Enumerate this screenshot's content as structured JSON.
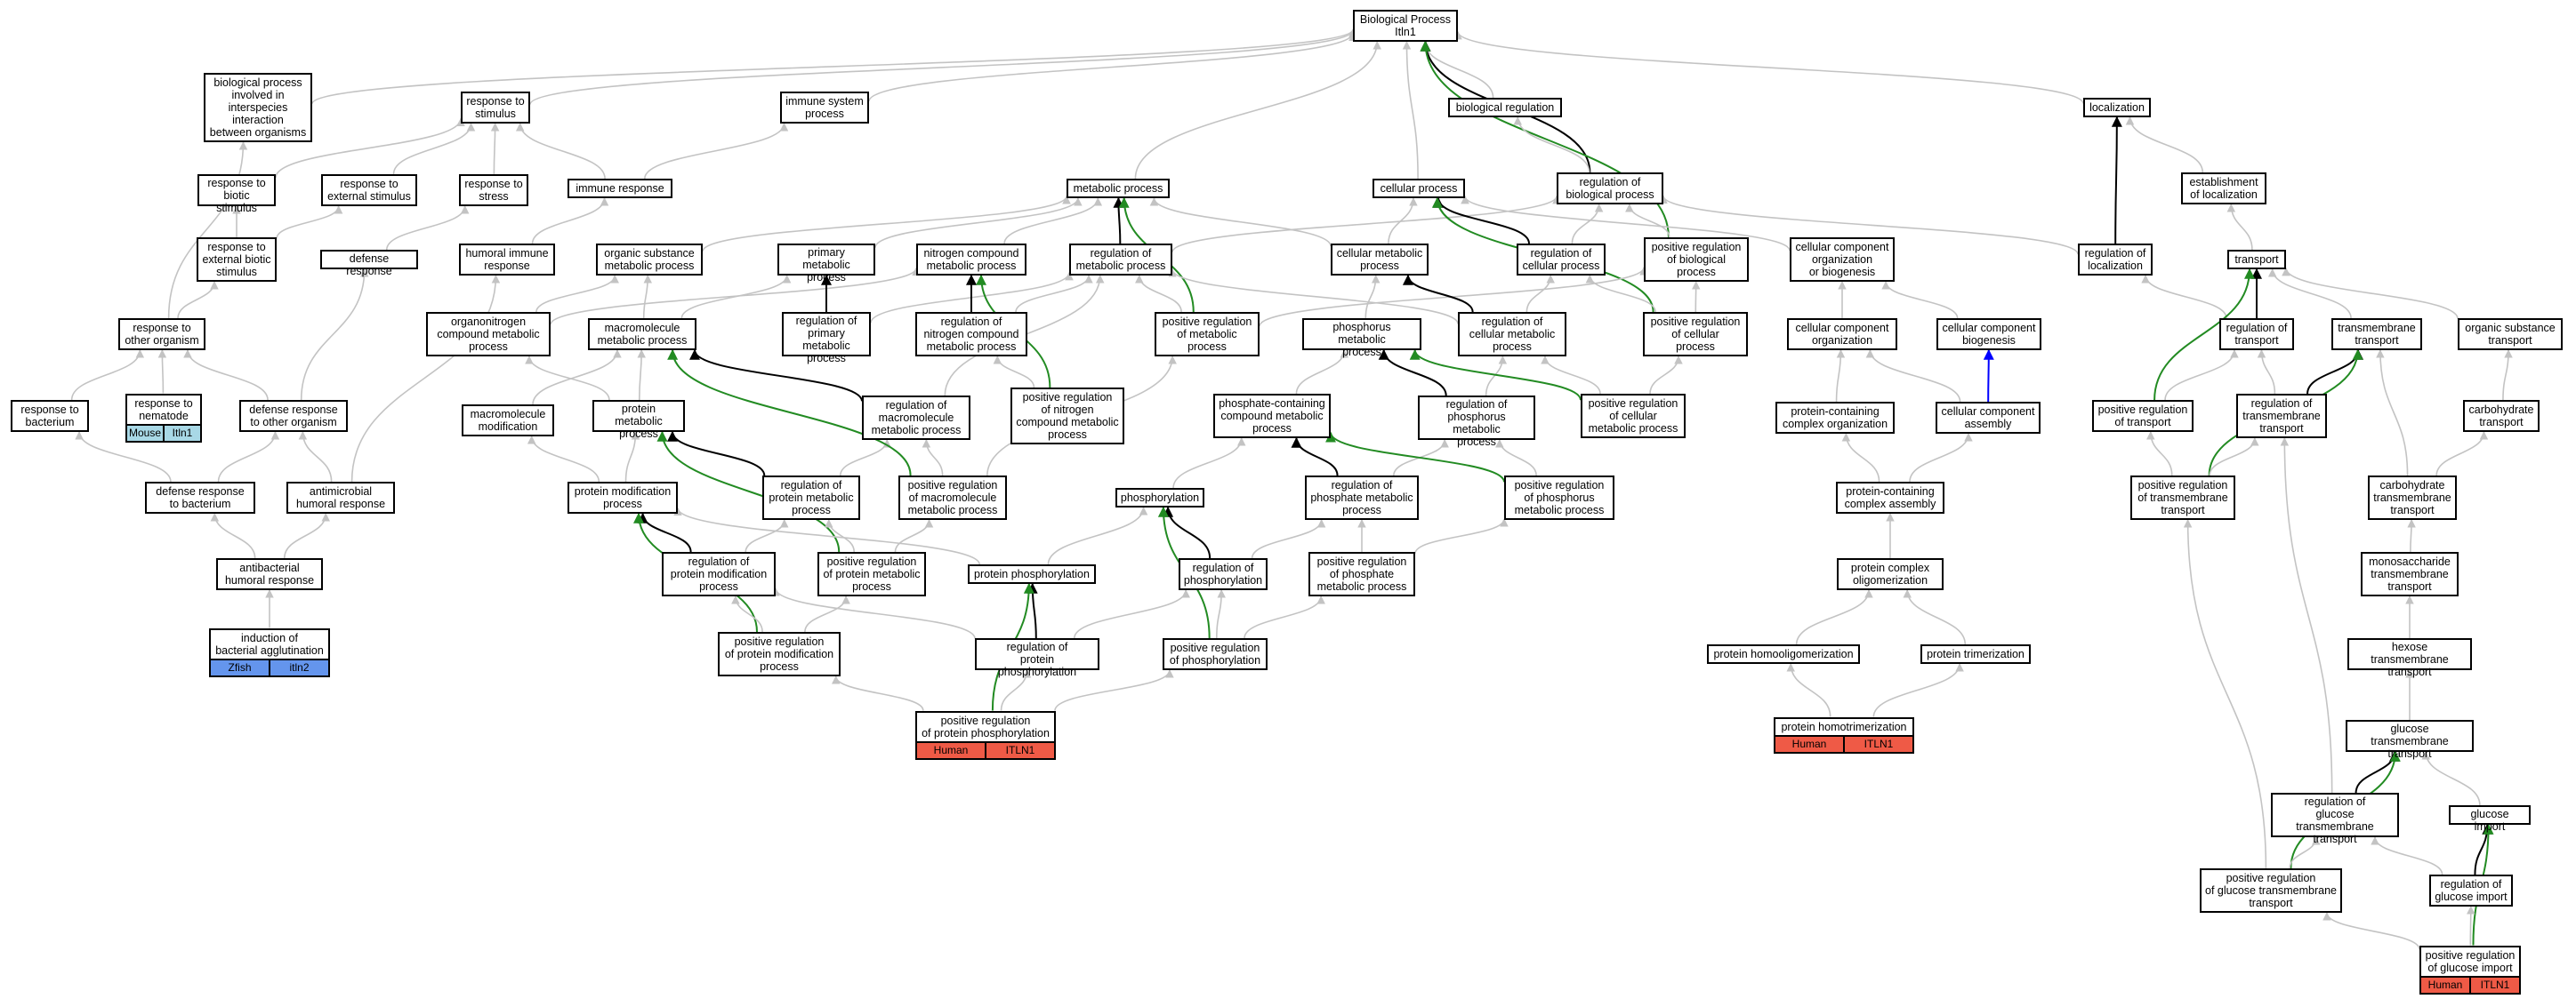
{
  "colors": {
    "edge_default": "#c3c3c3",
    "edge_is_a_black": "#000000",
    "edge_positive": "#228b22",
    "edge_blue": "#0000ff",
    "human_tag": "#ef5a46",
    "mouse_tag": "#a8d8e6",
    "zfish_tag": "#6495ed"
  },
  "nodes": [
    {
      "id": "bp",
      "label": "Biological Process\nItln1"
    },
    {
      "id": "bpio",
      "label": "biological process\ninvolved in\ninterspecies\ninteraction\nbetween organisms"
    },
    {
      "id": "rts",
      "label": "response to\nstimulus"
    },
    {
      "id": "isp",
      "label": "immune system\nprocess"
    },
    {
      "id": "breg",
      "label": "biological regulation"
    },
    {
      "id": "loc",
      "label": "localization"
    },
    {
      "id": "rbs",
      "label": "response to\nbiotic stimulus"
    },
    {
      "id": "res",
      "label": "response to\nexternal stimulus"
    },
    {
      "id": "rstress",
      "label": "response to\nstress"
    },
    {
      "id": "ir",
      "label": "immune response"
    },
    {
      "id": "mp",
      "label": "metabolic process"
    },
    {
      "id": "cp",
      "label": "cellular process"
    },
    {
      "id": "rbp",
      "label": "regulation of\nbiological process"
    },
    {
      "id": "eol",
      "label": "establishment\nof localization"
    },
    {
      "id": "rebs",
      "label": "response to\nexternal biotic\nstimulus"
    },
    {
      "id": "dr",
      "label": "defense response"
    },
    {
      "id": "hir",
      "label": "humoral immune\nresponse"
    },
    {
      "id": "osmp",
      "label": "organic substance\nmetabolic process"
    },
    {
      "id": "pmp",
      "label": "primary metabolic\nprocess"
    },
    {
      "id": "ncmp",
      "label": "nitrogen compound\nmetabolic process"
    },
    {
      "id": "rmp",
      "label": "regulation of\nmetabolic process"
    },
    {
      "id": "cmp",
      "label": "cellular metabolic\nprocess"
    },
    {
      "id": "rcp",
      "label": "regulation of\ncellular process"
    },
    {
      "id": "prbp",
      "label": "positive regulation\nof biological\nprocess"
    },
    {
      "id": "ccob",
      "label": "cellular component\norganization\nor biogenesis"
    },
    {
      "id": "rloc",
      "label": "regulation of\nlocalization"
    },
    {
      "id": "transport",
      "label": "transport"
    },
    {
      "id": "rtoo",
      "label": "response to\nother organism"
    },
    {
      "id": "oncmp",
      "label": "organonitrogen\ncompound metabolic\nprocess"
    },
    {
      "id": "macmp",
      "label": "macromolecule\nmetabolic process"
    },
    {
      "id": "rpmp",
      "label": "regulation of\nprimary metabolic\nprocess"
    },
    {
      "id": "rncmp",
      "label": "regulation of\nnitrogen compound\nmetabolic process"
    },
    {
      "id": "prmp",
      "label": "positive regulation\nof metabolic\nprocess"
    },
    {
      "id": "phmp",
      "label": "phosphorus metabolic\nprocess"
    },
    {
      "id": "rcmp",
      "label": "regulation of\ncellular metabolic\nprocess"
    },
    {
      "id": "prcp",
      "label": "positive regulation\nof cellular\nprocess"
    },
    {
      "id": "cco",
      "label": "cellular component\norganization"
    },
    {
      "id": "ccb",
      "label": "cellular component\nbiogenesis"
    },
    {
      "id": "rtrans",
      "label": "regulation of\ntransport"
    },
    {
      "id": "tmt",
      "label": "transmembrane\ntransport"
    },
    {
      "id": "ost",
      "label": "organic substance\ntransport"
    },
    {
      "id": "rtb",
      "label": "response to\nbacterium"
    },
    {
      "id": "rtn",
      "label": "response to\nnematode",
      "tags": [
        {
          "text": "Mouse",
          "color": "#a8d8e6"
        },
        {
          "text": "Itln1",
          "color": "#a8d8e6"
        }
      ]
    },
    {
      "id": "drtoo",
      "label": "defense response\nto other organism"
    },
    {
      "id": "mm",
      "label": "macromolecule\nmodification"
    },
    {
      "id": "protmp",
      "label": "protein metabolic\nprocess"
    },
    {
      "id": "rmacmp",
      "label": "regulation of\nmacromolecule\nmetabolic process"
    },
    {
      "id": "prncmp",
      "label": "positive regulation\nof nitrogen\ncompound metabolic\nprocess"
    },
    {
      "id": "pccmp",
      "label": "phosphate-containing\ncompound metabolic\nprocess"
    },
    {
      "id": "rphmp",
      "label": "regulation of\nphosphorus metabolic\nprocess"
    },
    {
      "id": "prcmp",
      "label": "positive regulation\nof cellular\nmetabolic process"
    },
    {
      "id": "pcco",
      "label": "protein-containing\ncomplex organization"
    },
    {
      "id": "cca",
      "label": "cellular component\nassembly"
    },
    {
      "id": "prtrans",
      "label": "positive regulation\nof transport"
    },
    {
      "id": "rtmt",
      "label": "regulation of\ntransmembrane\ntransport"
    },
    {
      "id": "cht",
      "label": "carbohydrate\ntransport"
    },
    {
      "id": "drtb",
      "label": "defense response\nto bacterium"
    },
    {
      "id": "amhr",
      "label": "antimicrobial\nhumoral response"
    },
    {
      "id": "pmodp",
      "label": "protein modification\nprocess"
    },
    {
      "id": "rprotmp",
      "label": "regulation of\nprotein metabolic\nprocess"
    },
    {
      "id": "prmacmp",
      "label": "positive regulation\nof macromolecule\nmetabolic process"
    },
    {
      "id": "phos",
      "label": "phosphorylation"
    },
    {
      "id": "rphosmp",
      "label": "regulation of\nphosphate metabolic\nprocess"
    },
    {
      "id": "prphmp",
      "label": "positive regulation\nof phosphorus\nmetabolic process"
    },
    {
      "id": "pcca",
      "label": "protein-containing\ncomplex assembly"
    },
    {
      "id": "prtmt",
      "label": "positive regulation\nof transmembrane\ntransport"
    },
    {
      "id": "chtmt",
      "label": "carbohydrate\ntransmembrane\ntransport"
    },
    {
      "id": "abhr",
      "label": "antibacterial\nhumoral response"
    },
    {
      "id": "rpmodp",
      "label": "regulation of\nprotein modification\nprocess"
    },
    {
      "id": "prprotmp",
      "label": "positive regulation\nof protein metabolic\nprocess"
    },
    {
      "id": "pphos",
      "label": "protein phosphorylation"
    },
    {
      "id": "rphos",
      "label": "regulation of\nphosphorylation"
    },
    {
      "id": "prphosmp",
      "label": "positive regulation\nof phosphate\nmetabolic process"
    },
    {
      "id": "pco",
      "label": "protein complex\noligomerization"
    },
    {
      "id": "mstmt",
      "label": "monosaccharide\ntransmembrane\ntransport"
    },
    {
      "id": "iba",
      "label": "induction of\nbacterial agglutination",
      "tags": [
        {
          "text": "Zfish",
          "color": "#6495ed"
        },
        {
          "text": "itln2",
          "color": "#6495ed"
        }
      ]
    },
    {
      "id": "prpmodp",
      "label": "positive regulation\nof protein modification\nprocess"
    },
    {
      "id": "rpphos",
      "label": "regulation of\nprotein phosphorylation"
    },
    {
      "id": "prphos",
      "label": "positive regulation\nof phosphorylation"
    },
    {
      "id": "phomo",
      "label": "protein homooligomerization"
    },
    {
      "id": "ptrim",
      "label": "protein trimerization"
    },
    {
      "id": "hextmt",
      "label": "hexose transmembrane\ntransport"
    },
    {
      "id": "prpphos",
      "label": "positive regulation\nof protein phosphorylation",
      "tags": [
        {
          "text": "Human",
          "color": "#ef5a46"
        },
        {
          "text": "ITLN1",
          "color": "#ef5a46"
        }
      ]
    },
    {
      "id": "phomotri",
      "label": "protein homotrimerization",
      "tags": [
        {
          "text": "Human",
          "color": "#ef5a46"
        },
        {
          "text": "ITLN1",
          "color": "#ef5a46"
        }
      ]
    },
    {
      "id": "gtmt",
      "label": "glucose transmembrane\ntransport"
    },
    {
      "id": "rgtmt",
      "label": "regulation of\nglucose transmembrane\ntransport"
    },
    {
      "id": "gimp",
      "label": "glucose import"
    },
    {
      "id": "prgtmt",
      "label": "positive regulation\nof glucose transmembrane\ntransport"
    },
    {
      "id": "rgimp",
      "label": "regulation of\nglucose import"
    },
    {
      "id": "prgimp",
      "label": "positive regulation\nof glucose import",
      "tags": [
        {
          "text": "Human",
          "color": "#ef5a46"
        },
        {
          "text": "ITLN1",
          "color": "#ef5a46"
        }
      ]
    }
  ],
  "edges": [
    [
      "bpio",
      "bp",
      "g"
    ],
    [
      "rts",
      "bp",
      "g"
    ],
    [
      "isp",
      "bp",
      "g"
    ],
    [
      "breg",
      "bp",
      "g"
    ],
    [
      "loc",
      "bp",
      "g"
    ],
    [
      "mp",
      "bp",
      "g"
    ],
    [
      "cp",
      "bp",
      "g"
    ],
    [
      "rbp",
      "bp",
      "k"
    ],
    [
      "prbp",
      "bp",
      "p"
    ],
    [
      "rbs",
      "rts",
      "g"
    ],
    [
      "res",
      "rts",
      "g"
    ],
    [
      "rstress",
      "rts",
      "g"
    ],
    [
      "ir",
      "rts",
      "g"
    ],
    [
      "ir",
      "isp",
      "g"
    ],
    [
      "rebs",
      "rbs",
      "g"
    ],
    [
      "rebs",
      "res",
      "g"
    ],
    [
      "rtoo",
      "bpio",
      "g"
    ],
    [
      "rtoo",
      "rebs",
      "g"
    ],
    [
      "dr",
      "rstress",
      "g"
    ],
    [
      "hir",
      "ir",
      "g"
    ],
    [
      "rtb",
      "rtoo",
      "g"
    ],
    [
      "rtn",
      "rtoo",
      "g"
    ],
    [
      "drtoo",
      "rtoo",
      "g"
    ],
    [
      "drtoo",
      "dr",
      "g"
    ],
    [
      "drtb",
      "rtb",
      "g"
    ],
    [
      "drtb",
      "drtoo",
      "g"
    ],
    [
      "amhr",
      "drtoo",
      "g"
    ],
    [
      "amhr",
      "hir",
      "g"
    ],
    [
      "abhr",
      "drtb",
      "g"
    ],
    [
      "abhr",
      "amhr",
      "g"
    ],
    [
      "iba",
      "abhr",
      "g"
    ],
    [
      "osmp",
      "mp",
      "g"
    ],
    [
      "pmp",
      "mp",
      "g"
    ],
    [
      "ncmp",
      "mp",
      "g"
    ],
    [
      "rmp",
      "mp",
      "k"
    ],
    [
      "prmp",
      "mp",
      "p"
    ],
    [
      "cmp",
      "mp",
      "g"
    ],
    [
      "rmp",
      "rbp",
      "g"
    ],
    [
      "rbp",
      "breg",
      "g"
    ],
    [
      "rcp",
      "cp",
      "k"
    ],
    [
      "rcp",
      "rbp",
      "g"
    ],
    [
      "cmp",
      "cp",
      "g"
    ],
    [
      "prcp",
      "cp",
      "p"
    ],
    [
      "prbp",
      "rbp",
      "g"
    ],
    [
      "ccob",
      "cp",
      "g"
    ],
    [
      "rloc",
      "loc",
      "k"
    ],
    [
      "rloc",
      "rbp",
      "g"
    ],
    [
      "eol",
      "loc",
      "g"
    ],
    [
      "transport",
      "eol",
      "g"
    ],
    [
      "oncmp",
      "osmp",
      "g"
    ],
    [
      "oncmp",
      "ncmp",
      "g"
    ],
    [
      "macmp",
      "osmp",
      "g"
    ],
    [
      "macmp",
      "pmp",
      "g"
    ],
    [
      "rpmp",
      "pmp",
      "k"
    ],
    [
      "rpmp",
      "rmp",
      "g"
    ],
    [
      "rncmp",
      "ncmp",
      "k"
    ],
    [
      "rncmp",
      "rmp",
      "g"
    ],
    [
      "prmp",
      "rmp",
      "g"
    ],
    [
      "prmp",
      "prbp",
      "g"
    ],
    [
      "phmp",
      "cmp",
      "g"
    ],
    [
      "rcmp",
      "cmp",
      "k"
    ],
    [
      "rcmp",
      "rcp",
      "g"
    ],
    [
      "rcmp",
      "rmp",
      "g"
    ],
    [
      "prcp",
      "prbp",
      "g"
    ],
    [
      "prcp",
      "rcp",
      "g"
    ],
    [
      "cco",
      "ccob",
      "g"
    ],
    [
      "ccb",
      "ccob",
      "g"
    ],
    [
      "rtrans",
      "transport",
      "k"
    ],
    [
      "rtrans",
      "rloc",
      "g"
    ],
    [
      "tmt",
      "transport",
      "g"
    ],
    [
      "ost",
      "transport",
      "g"
    ],
    [
      "mm",
      "macmp",
      "g"
    ],
    [
      "protmp",
      "macmp",
      "g"
    ],
    [
      "protmp",
      "oncmp",
      "g"
    ],
    [
      "rmacmp",
      "macmp",
      "k"
    ],
    [
      "rmacmp",
      "rmp",
      "g"
    ],
    [
      "prncmp",
      "ncmp",
      "p"
    ],
    [
      "prncmp",
      "rncmp",
      "g"
    ],
    [
      "pccmp",
      "phmp",
      "g"
    ],
    [
      "rphmp",
      "phmp",
      "k"
    ],
    [
      "rphmp",
      "rcmp",
      "g"
    ],
    [
      "prcmp",
      "phmp",
      "p"
    ],
    [
      "prcmp",
      "prcp",
      "g"
    ],
    [
      "prcmp",
      "rcmp",
      "g"
    ],
    [
      "pcco",
      "cco",
      "g"
    ],
    [
      "cca",
      "ccb",
      "b"
    ],
    [
      "cca",
      "cco",
      "g"
    ],
    [
      "prtrans",
      "transport",
      "p"
    ],
    [
      "prtrans",
      "rtrans",
      "g"
    ],
    [
      "rtmt",
      "tmt",
      "k"
    ],
    [
      "rtmt",
      "rtrans",
      "g"
    ],
    [
      "cht",
      "ost",
      "g"
    ],
    [
      "pmodp",
      "protmp",
      "g"
    ],
    [
      "pmodp",
      "mm",
      "g"
    ],
    [
      "rprotmp",
      "protmp",
      "k"
    ],
    [
      "rprotmp",
      "rmacmp",
      "g"
    ],
    [
      "prmacmp",
      "macmp",
      "p"
    ],
    [
      "prmacmp",
      "rmacmp",
      "g"
    ],
    [
      "prmacmp",
      "prmp",
      "g"
    ],
    [
      "phos",
      "pccmp",
      "g"
    ],
    [
      "rphosmp",
      "pccmp",
      "k"
    ],
    [
      "rphosmp",
      "rphmp",
      "g"
    ],
    [
      "prphmp",
      "pccmp",
      "p"
    ],
    [
      "prphmp",
      "rphmp",
      "g"
    ],
    [
      "pcca",
      "pcco",
      "g"
    ],
    [
      "pcca",
      "cca",
      "g"
    ],
    [
      "prtmt",
      "tmt",
      "p"
    ],
    [
      "prtmt",
      "rtmt",
      "g"
    ],
    [
      "prtmt",
      "prtrans",
      "g"
    ],
    [
      "chtmt",
      "cht",
      "g"
    ],
    [
      "chtmt",
      "tmt",
      "g"
    ],
    [
      "rpmodp",
      "pmodp",
      "k"
    ],
    [
      "rpmodp",
      "rprotmp",
      "g"
    ],
    [
      "prprotmp",
      "protmp",
      "p"
    ],
    [
      "prprotmp",
      "rprotmp",
      "g"
    ],
    [
      "prprotmp",
      "prmacmp",
      "g"
    ],
    [
      "pphos",
      "phos",
      "g"
    ],
    [
      "pphos",
      "pmodp",
      "g"
    ],
    [
      "rphos",
      "phos",
      "k"
    ],
    [
      "rphos",
      "rphosmp",
      "g"
    ],
    [
      "prphosmp",
      "prphmp",
      "g"
    ],
    [
      "prphosmp",
      "rphosmp",
      "g"
    ],
    [
      "pco",
      "pcca",
      "g"
    ],
    [
      "mstmt",
      "chtmt",
      "g"
    ],
    [
      "prpmodp",
      "pmodp",
      "p"
    ],
    [
      "prpmodp",
      "rpmodp",
      "g"
    ],
    [
      "prpmodp",
      "prprotmp",
      "g"
    ],
    [
      "rpphos",
      "pphos",
      "k"
    ],
    [
      "rpphos",
      "rphos",
      "g"
    ],
    [
      "rpphos",
      "rpmodp",
      "g"
    ],
    [
      "prphos",
      "phos",
      "p"
    ],
    [
      "prphos",
      "rphos",
      "g"
    ],
    [
      "prphos",
      "prphosmp",
      "g"
    ],
    [
      "phomo",
      "pco",
      "g"
    ],
    [
      "ptrim",
      "pco",
      "g"
    ],
    [
      "hextmt",
      "mstmt",
      "g"
    ],
    [
      "prpphos",
      "pphos",
      "p"
    ],
    [
      "prpphos",
      "rpphos",
      "g"
    ],
    [
      "prpphos",
      "prpmodp",
      "g"
    ],
    [
      "prpphos",
      "prphos",
      "g"
    ],
    [
      "phomotri",
      "phomo",
      "g"
    ],
    [
      "phomotri",
      "ptrim",
      "g"
    ],
    [
      "gtmt",
      "hextmt",
      "g"
    ],
    [
      "rgtmt",
      "gtmt",
      "k"
    ],
    [
      "rgtmt",
      "rtmt",
      "g"
    ],
    [
      "gimp",
      "gtmt",
      "g"
    ],
    [
      "prgtmt",
      "gtmt",
      "p"
    ],
    [
      "prgtmt",
      "rgtmt",
      "g"
    ],
    [
      "prgtmt",
      "prtmt",
      "g"
    ],
    [
      "rgimp",
      "gimp",
      "k"
    ],
    [
      "rgimp",
      "rgtmt",
      "g"
    ],
    [
      "prgimp",
      "gimp",
      "p"
    ],
    [
      "prgimp",
      "rgimp",
      "g"
    ],
    [
      "prgimp",
      "prgtmt",
      "g"
    ]
  ]
}
